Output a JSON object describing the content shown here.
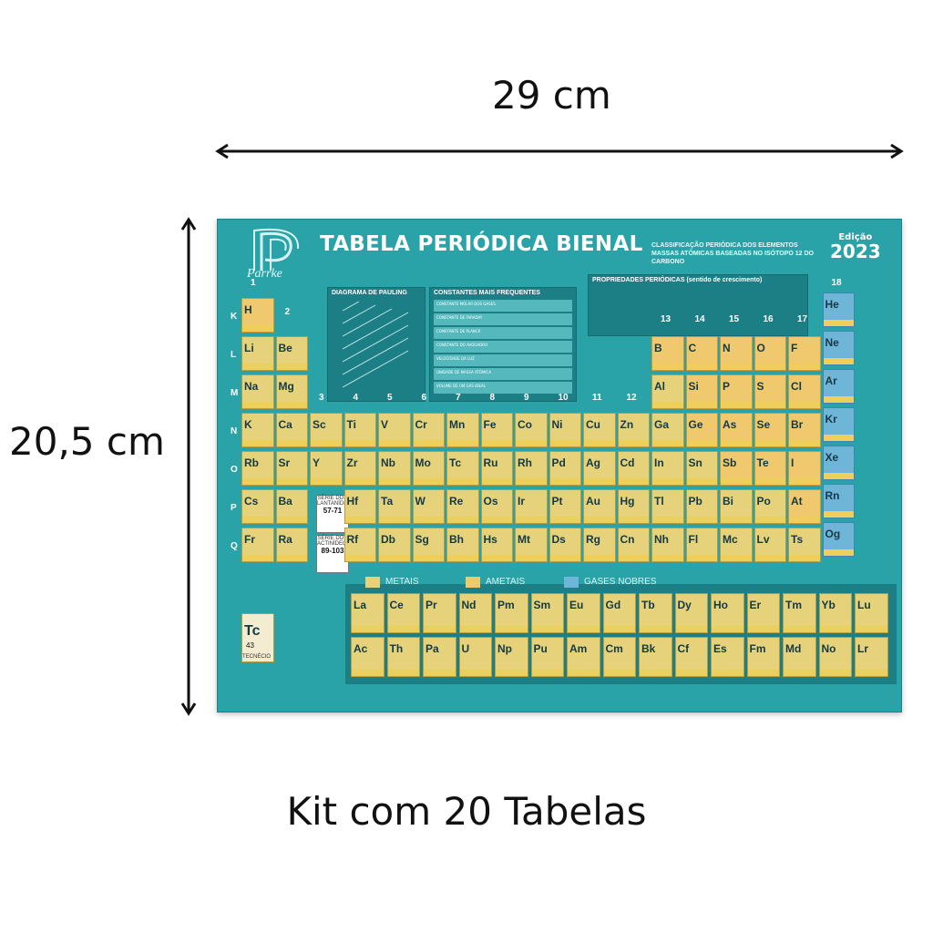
{
  "dimensions": {
    "width_label": "29 cm",
    "height_label": "20,5 cm"
  },
  "caption": "Kit com 20 Tabelas",
  "poster": {
    "brand": "Parrke",
    "title": "TABELA PERIÓDICA BIENAL",
    "subtitle_line1": "CLASSIFICAÇÃO PERIÓDICA DOS ELEMENTOS",
    "subtitle_line2": "MASSAS ATÔMICAS BASEADAS NO ISÓTOPO 12 DO CARBONO",
    "edition_label": "Edição",
    "edition_year": "2023",
    "pauling_header": "DIAGRAMA DE PAULING",
    "constants_header": "CONSTANTES MAIS FREQUENTES",
    "properties_header": "PROPRIEDADES PERIÓDICAS (sentido de crescimento)",
    "constants": [
      "CONSTANTE MOLAR DOS GASES",
      "CONSTANTE DE FARADAY",
      "CONSTANTE DE PLANCK",
      "CONSTANTE DO AVOGADRO",
      "VELOCIDADE DA LUZ",
      "UNIDADE DE MASSA ATÔMICA",
      "VOLUME DE UM GÁS IDEAL"
    ],
    "legend": {
      "metals": "METAIS",
      "nonmetals": "AMETAIS",
      "noble": "GASES NOBRES"
    },
    "series_lanthanides": {
      "title": "SÉRIE DOS LANTANÍDEOS",
      "range": "57-71"
    },
    "series_actinides": {
      "title": "SÉRIE DOS ACTINÍDEOS",
      "range": "89-103"
    },
    "group_numbers": [
      "1",
      "2",
      "3",
      "4",
      "5",
      "6",
      "7",
      "8",
      "9",
      "10",
      "11",
      "12",
      "13",
      "14",
      "15",
      "16",
      "17",
      "18"
    ],
    "period_letters": [
      "K",
      "L",
      "M",
      "N",
      "O",
      "P",
      "Q"
    ],
    "main_table": [
      [
        "H",
        "",
        "",
        "",
        "",
        "",
        "",
        "",
        "",
        "",
        "",
        "",
        "",
        "",
        "",
        "",
        "",
        "He"
      ],
      [
        "Li",
        "Be",
        "",
        "",
        "",
        "",
        "",
        "",
        "",
        "",
        "",
        "",
        "B",
        "C",
        "N",
        "O",
        "F",
        "Ne"
      ],
      [
        "Na",
        "Mg",
        "",
        "",
        "",
        "",
        "",
        "",
        "",
        "",
        "",
        "",
        "Al",
        "Si",
        "P",
        "S",
        "Cl",
        "Ar"
      ],
      [
        "K",
        "Ca",
        "Sc",
        "Ti",
        "V",
        "Cr",
        "Mn",
        "Fe",
        "Co",
        "Ni",
        "Cu",
        "Zn",
        "Ga",
        "Ge",
        "As",
        "Se",
        "Br",
        "Kr"
      ],
      [
        "Rb",
        "Sr",
        "Y",
        "Zr",
        "Nb",
        "Mo",
        "Tc",
        "Ru",
        "Rh",
        "Pd",
        "Ag",
        "Cd",
        "In",
        "Sn",
        "Sb",
        "Te",
        "I",
        "Xe"
      ],
      [
        "Cs",
        "Ba",
        "",
        "Hf",
        "Ta",
        "W",
        "Re",
        "Os",
        "Ir",
        "Pt",
        "Au",
        "Hg",
        "Tl",
        "Pb",
        "Bi",
        "Po",
        "At",
        "Rn"
      ],
      [
        "Fr",
        "Ra",
        "",
        "Rf",
        "Db",
        "Sg",
        "Bh",
        "Hs",
        "Mt",
        "Ds",
        "Rg",
        "Cn",
        "Nh",
        "Fl",
        "Mc",
        "Lv",
        "Ts",
        "Og"
      ]
    ],
    "lanthanides": [
      "La",
      "Ce",
      "Pr",
      "Nd",
      "Pm",
      "Sm",
      "Eu",
      "Gd",
      "Tb",
      "Dy",
      "Ho",
      "Er",
      "Tm",
      "Yb",
      "Lu"
    ],
    "actinides": [
      "Ac",
      "Th",
      "Pa",
      "U",
      "Np",
      "Pu",
      "Am",
      "Cm",
      "Bk",
      "Cf",
      "Es",
      "Fm",
      "Md",
      "No",
      "Lr"
    ],
    "example_element": {
      "symbol": "Tc",
      "name": "TECNÉCIO",
      "number": "43"
    }
  }
}
